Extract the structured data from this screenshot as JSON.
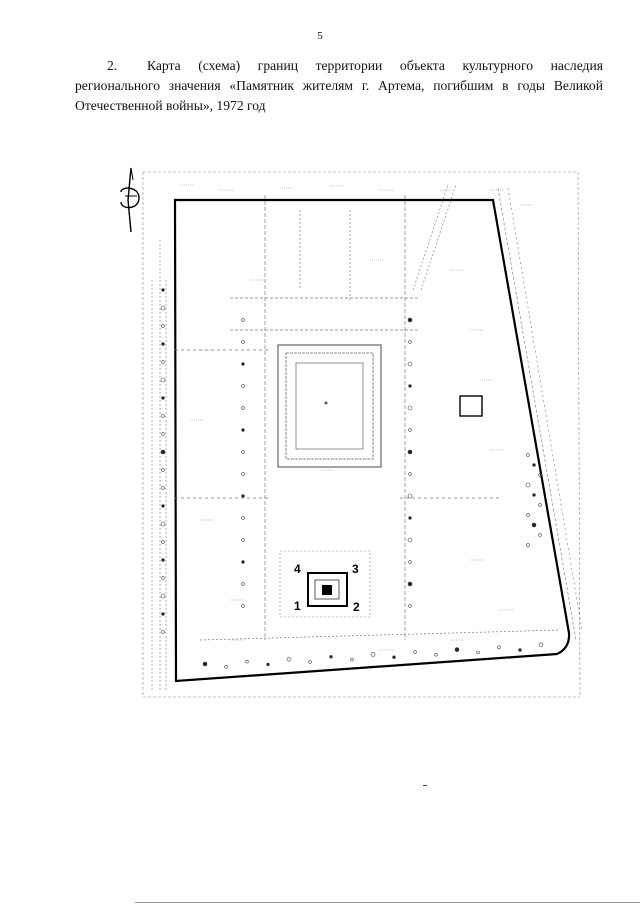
{
  "page": {
    "number": "5"
  },
  "caption": {
    "item_number": "2.",
    "text": "Карта (схема) границ территории объекта культурного наследия регионального значения «Памятник жителям г. Артема, погибшим в годы Великой Отечественной войны», 1972 год"
  },
  "map": {
    "corner_labels": [
      "1",
      "2",
      "3",
      "4"
    ],
    "boundary_color": "#000000",
    "linework_color": "#6b6b6b",
    "monument_fill": "#000000"
  }
}
